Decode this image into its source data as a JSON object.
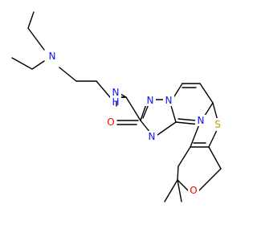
{
  "diagram": {
    "type": "skeletal-structure",
    "colors": {
      "bond": "#000000",
      "N": "#1010ff",
      "O": "#ff0000",
      "S": "#c8a000",
      "H": "#1010ff"
    },
    "atoms": {
      "N_amine": "N",
      "N_amide": "N",
      "H_amide": "H",
      "O_carbonyl": "O",
      "N_tz1": "N",
      "N_tz2": "N",
      "N_tz3": "N",
      "N_pym": "N",
      "S_thio": "S",
      "O_pyran": "O"
    }
  }
}
